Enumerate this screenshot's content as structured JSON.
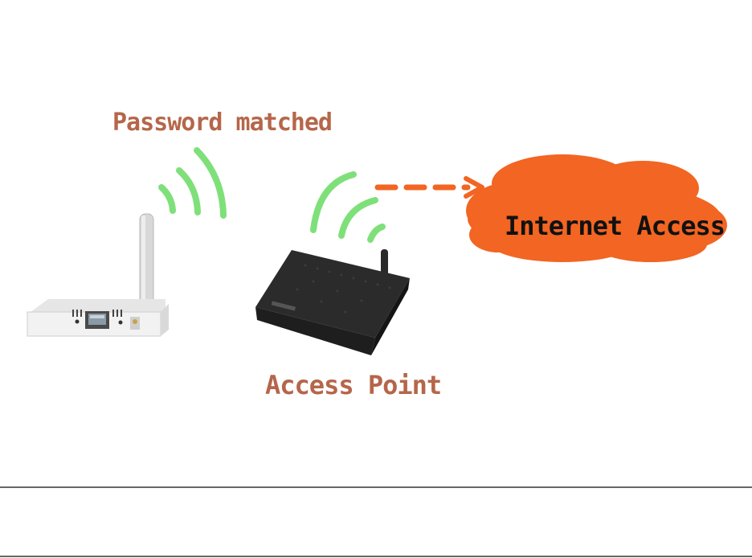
{
  "labels": {
    "password_matched": "Password matched",
    "access_point": "Access Point",
    "internet_access": "Internet Access"
  },
  "colors": {
    "label_brown": "#b5664a",
    "cloud_orange": "#f26522",
    "signal_green": "#7fe07a",
    "arrow_orange": "#f26522",
    "rule_line": "#333333"
  }
}
